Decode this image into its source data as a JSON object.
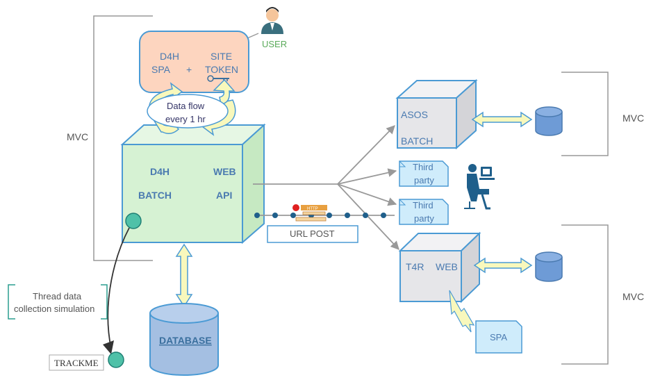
{
  "user": {
    "label": "USER"
  },
  "spa_box": {
    "line1_left": "D4H",
    "line1_right": "SITE",
    "line2_left": "SPA",
    "plus": "+",
    "line2_right": "TOKEN"
  },
  "data_flow": {
    "line1": "Data flow",
    "line2": "every 1 hr"
  },
  "main_cube": {
    "d4h": "D4H",
    "web": "WEB",
    "batch": "BATCH",
    "api": "API"
  },
  "mvc": {
    "left": "MVC",
    "right_top": "MVC",
    "right_bottom": "MVC"
  },
  "url_post": {
    "label": "URL  POST",
    "http_tag": "HTTP"
  },
  "database": {
    "label": "DATABASE"
  },
  "thread_box": {
    "line1": "Thread data",
    "line2": "collection simulation"
  },
  "trackme": {
    "label": "TRACKME"
  },
  "asos": {
    "label": "ASOS",
    "batch": "BATCH"
  },
  "third_party_1": {
    "line1": "Third",
    "line2": "party"
  },
  "third_party_2": {
    "line1": "Third",
    "line2": "party"
  },
  "t4r": {
    "t4r": "T4R",
    "web": "WEB"
  },
  "spa_note": {
    "label": "SPA"
  },
  "colors": {
    "cube_green": "#d6f2d3",
    "cube_grey": "#e6e6e9",
    "cube_border": "#4a9ad4",
    "spa_box_fill": "#fdd5bf",
    "db_fill": "#a4bfe2",
    "arrow_yellow": "#f8f8bc"
  }
}
